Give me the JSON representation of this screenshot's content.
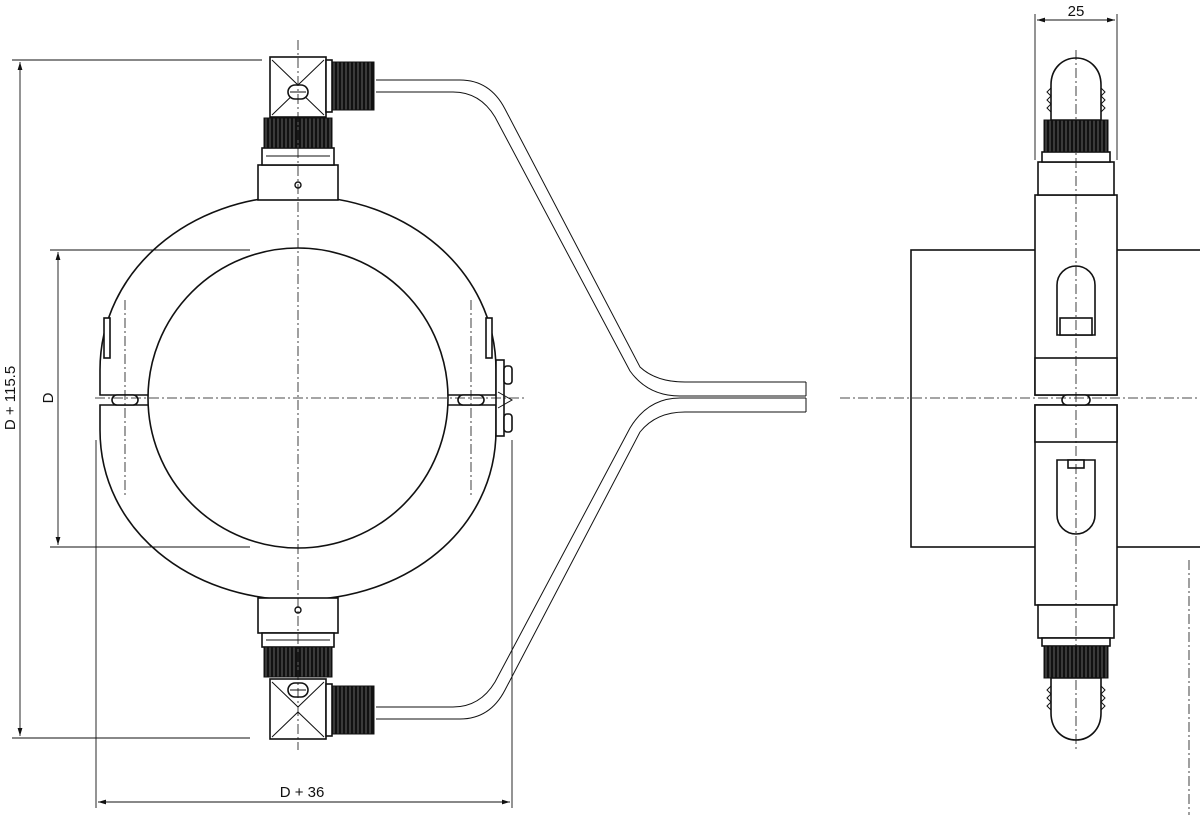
{
  "dimensions": {
    "height_label": "D + 115.5",
    "inner_diameter_label": "D",
    "width_label": "D + 36",
    "side_width_label": "25"
  },
  "colors": {
    "line": "#111111",
    "background": "#ffffff",
    "knurl": "#111111"
  }
}
